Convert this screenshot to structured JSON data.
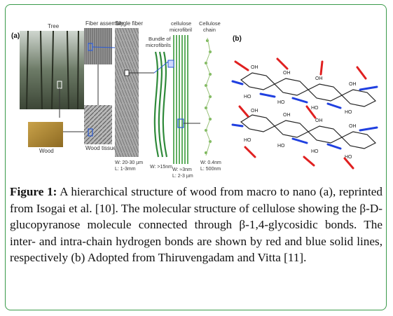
{
  "figure": {
    "panel_a_label": "(a)",
    "panel_b_label": "(b)",
    "labels": {
      "tree": "Tree",
      "fiber_assembly": "Fiber assembly",
      "single_fiber": "Single fiber",
      "bundle": "Bundle of",
      "bundle2": "microfibrils",
      "microfibril": "cellulose",
      "microfibril2": "microfibril",
      "chain": "Cellulose",
      "chain2": "chain",
      "wood": "Wood",
      "wood_tissue": "Wood tissue"
    },
    "dims": {
      "fiber_w": "W: 20-30 µm",
      "fiber_l": "L: 1-3mm",
      "bundle_w": "W: >15nm",
      "microfibril_w": "W: ≈3nm",
      "microfibril_l": "L: 2-3 µm",
      "chain_w": "W: 0.4nm",
      "chain_l": "L: 500nm"
    },
    "oh": "OH",
    "ho": "HO",
    "colors": {
      "inter_chain": "#e02020",
      "intra_chain": "#2040e0"
    }
  },
  "caption": {
    "label": "Figure 1:",
    "text": " A hierarchical structure of wood from macro to nano (a), reprinted from Isogai et al. [10]. The molecular structure of cellulose showing the β-D-glucopyranose molecule connected through β-1,4-glycosidic bonds. The inter- and intra-chain hydrogen bonds are shown by red and blue solid lines, respectively (b) Adopted from Thiruvengadam and Vitta [11]."
  }
}
